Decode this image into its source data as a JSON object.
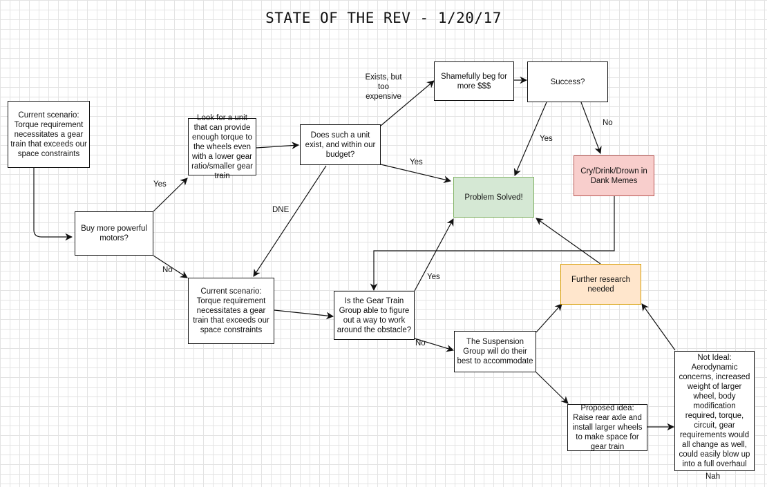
{
  "title": "STATE OF THE REV - 1/20/17",
  "nodes": {
    "current_scenario_1": "Current scenario: Torque requirement necessitates a gear train that exceeds our space constraints",
    "buy_motors": "Buy more powerful motors?",
    "look_for_unit": "Look for a unit that can provide enough torque to the wheels even with a lower gear ratio/smaller gear train",
    "does_unit_exist": "Does such a unit exist, and within our budget?",
    "beg": "Shamefully beg for more $$$",
    "success": "Success?",
    "problem_solved": "Problem Solved!",
    "cry": "Cry/Drink/Drown in Dank Memes",
    "current_scenario_2": "Current scenario: Torque requirement necessitates a gear train that exceeds our space constraints",
    "gear_train_group": "Is the Gear Train Group able to figure out a way to work around the obstacle?",
    "suspension_group": "The Suspension Group will do their best to accommodate",
    "further_research": "Further research needed",
    "proposed_idea": "Proposed idea: Raise rear axle and install larger wheels to make space for gear train",
    "not_ideal": "Not Ideal: Aerodynamic concerns, increased weight of larger wheel, body modification required, torque, circuit, gear requirements would all change as well, could easily blow up into a full overhaul"
  },
  "edge_labels": {
    "yes_motors": "Yes",
    "no_motors": "No",
    "exists_expensive_1": "Exists, but",
    "exists_expensive_2": "too",
    "exists_expensive_3": "expensive",
    "yes_unit": "Yes",
    "dne": "DNE",
    "yes_success": "Yes",
    "no_success": "No",
    "yes_gear": "Yes",
    "no_gear": "No",
    "nah": "Nah"
  }
}
